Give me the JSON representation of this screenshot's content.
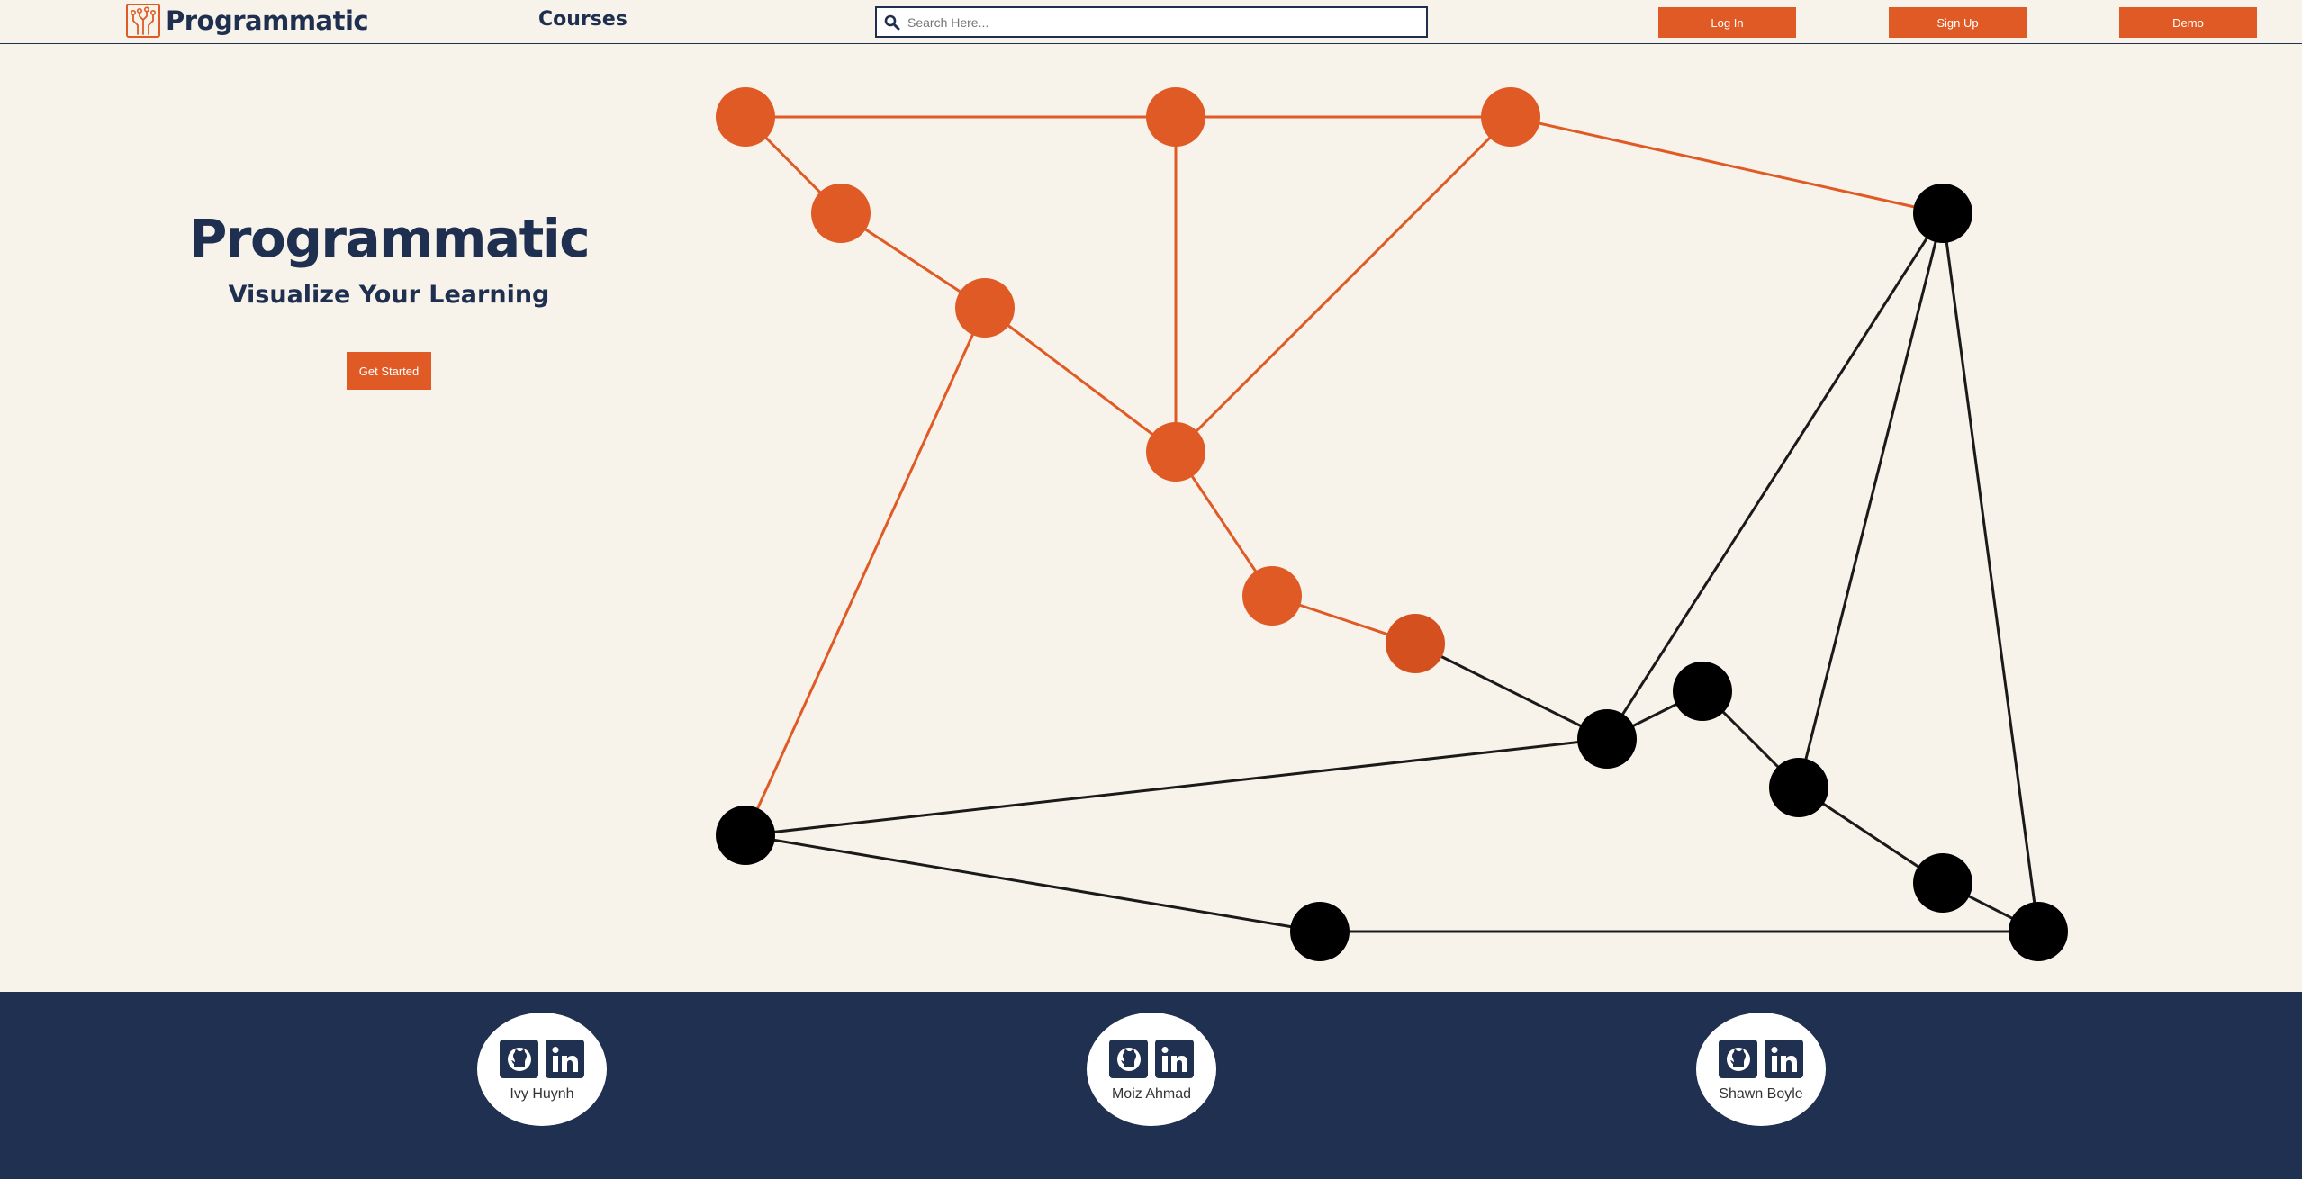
{
  "nav": {
    "brand": "Programmatic",
    "courses": "Courses",
    "search_placeholder": "Search Here...",
    "login": "Log In",
    "signup": "Sign Up",
    "demo": "Demo"
  },
  "hero": {
    "title": "Programmatic",
    "subtitle": "Visualize Your Learning",
    "cta": "Get Started"
  },
  "colors": {
    "accent": "#e05a25",
    "navy": "#1f3050",
    "background": "#f7f2ea"
  },
  "footer": {
    "members": [
      {
        "name": "Ivy Huynh"
      },
      {
        "name": "Moiz Ahmad"
      },
      {
        "name": "Shawn Boyle"
      }
    ]
  }
}
